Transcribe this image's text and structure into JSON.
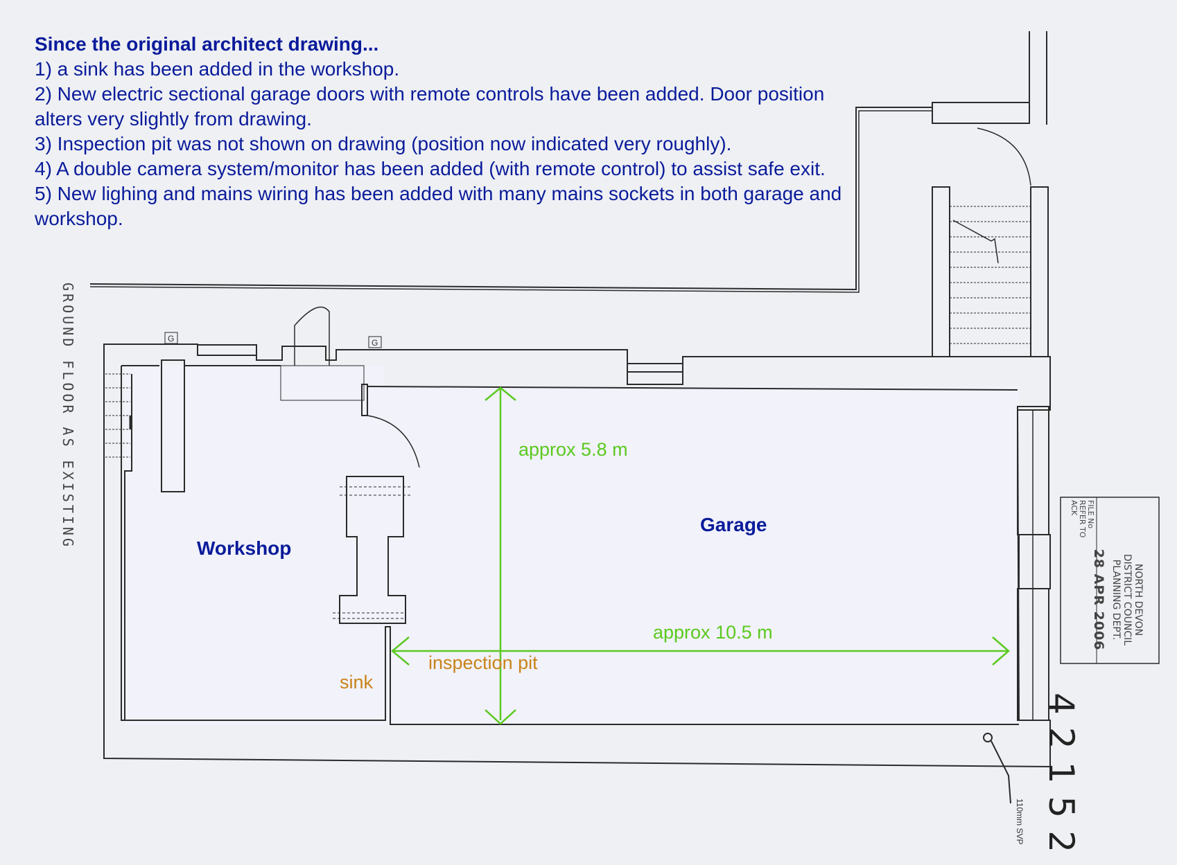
{
  "notes": {
    "heading": "Since the original architect drawing...",
    "items": [
      "1) a sink has been added in the workshop.",
      "2) New electric sectional garage doors with remote controls have been added. Door position alters very slightly from drawing.",
      "3) Inspection pit was not shown on drawing (position now indicated very roughly).",
      "4) A double camera system/monitor has been added (with remote control) to assist safe exit.",
      "5) New lighing and mains wiring has been added with many mains sockets in both garage and workshop."
    ]
  },
  "rooms": {
    "workshop": "Workshop",
    "garage": "Garage"
  },
  "dimensions": {
    "height": "approx 5.8 m",
    "width": "approx 10.5 m"
  },
  "annotations": {
    "inspection_pit": "inspection pit",
    "sink": "sink"
  },
  "drawing": {
    "title": "GROUND FLOOR AS EXISTING",
    "gas_marker": "G",
    "svp_label": "110mm SVP"
  },
  "stamp": {
    "line1": "NORTH DEVON",
    "line2": "DISTRICT COUNCIL",
    "line3": "PLANNING DEPT.",
    "date": "28 APR 2006",
    "file_no": "FILE No",
    "refer_to": "REFER TO",
    "ack": "ACK",
    "number": "42152"
  },
  "colors": {
    "note_text": "#0a1b9a",
    "dimension": "#5bc91f",
    "annotation": "#c98318",
    "floor_fill": "#f1f2fa"
  }
}
